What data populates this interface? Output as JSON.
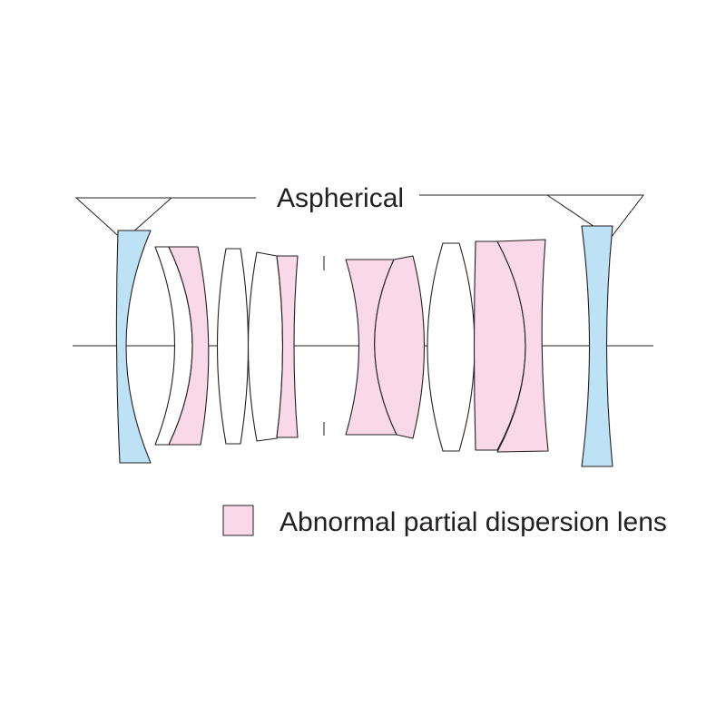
{
  "title": "",
  "aspherical_label": "Aspherical",
  "legend": {
    "label": "Abnormal partial dispersion lens",
    "swatch_color": "#f9d9e8"
  },
  "colors": {
    "aspherical_glass": "#bde2f5",
    "apd_glass": "#f9d9e8",
    "normal_glass": "#ffffff",
    "outline": "#231f20"
  },
  "lens_groups": {
    "front_group": [
      "aspherical",
      "normal",
      "apd",
      "normal",
      "normal",
      "apd"
    ],
    "rear_group": [
      "apd",
      "apd",
      "normal",
      "apd",
      "apd",
      "aspherical"
    ]
  }
}
